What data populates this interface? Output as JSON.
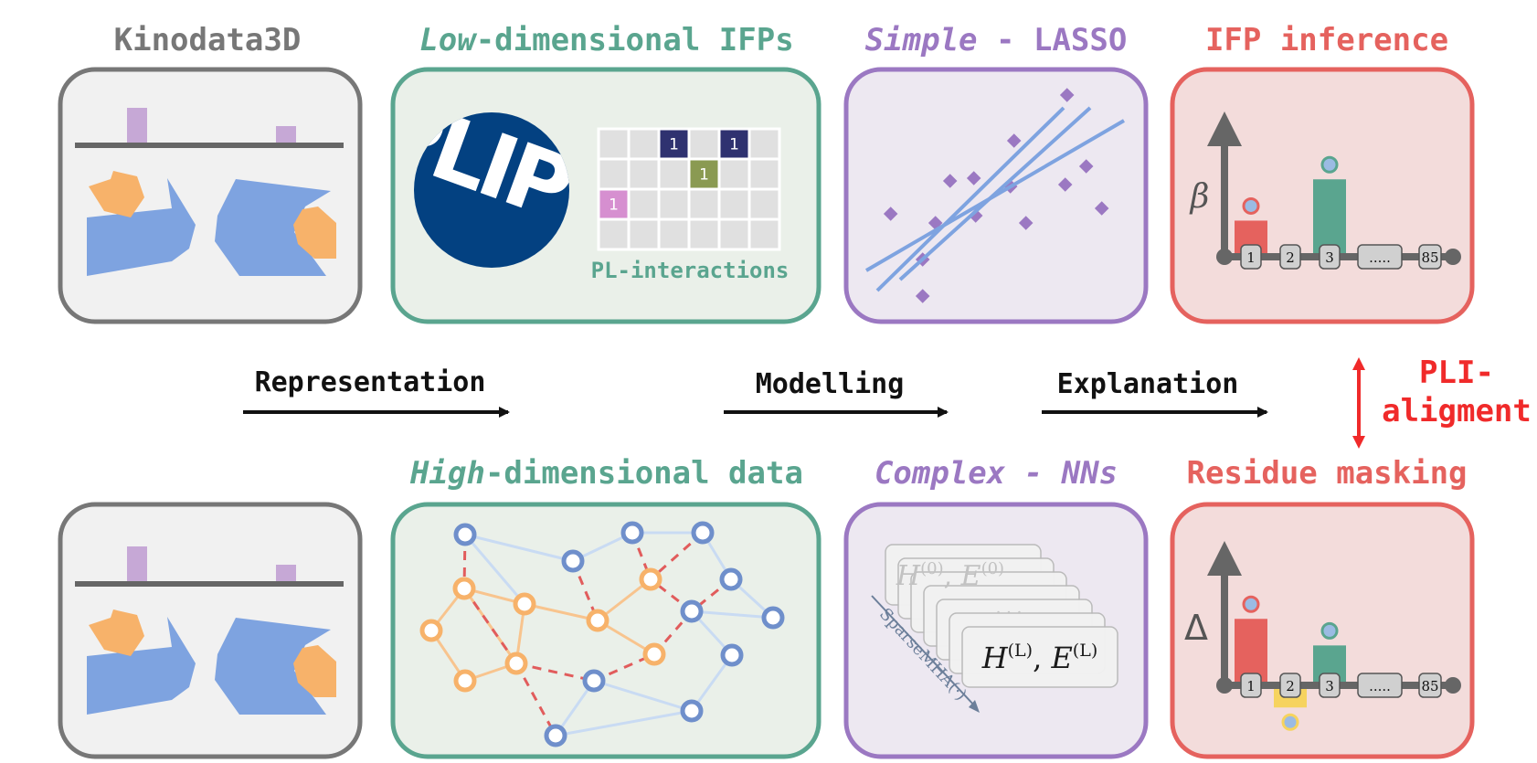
{
  "colors": {
    "gray": "#777777",
    "teal": "#5aa58f",
    "purple": "#9b78c2",
    "red": "#e5625e",
    "protein_blue": "#7ea3e0",
    "ligand_orange": "#f7b26a",
    "navy": "#2f3270",
    "olive": "#8a9a52",
    "pink": "#d68fd0",
    "pli_logo": "#034181",
    "yellow": "#f6d35e",
    "alert_red": "#f02a2a"
  },
  "top_row": {
    "kinodata": {
      "title": "Kinodata3D"
    },
    "ifps": {
      "title_em": "Low",
      "title_rest": "-dimensional IFPs",
      "logo_text": "PLIP",
      "grid_caption": "PL-interactions",
      "grid_values": [
        [
          "",
          "",
          "1",
          "",
          "1",
          ""
        ],
        [
          "",
          "",
          "",
          "1",
          "",
          ""
        ],
        [
          "1",
          "",
          "",
          "",
          "",
          ""
        ],
        [
          "",
          "",
          "",
          "",
          "",
          ""
        ]
      ]
    },
    "lasso": {
      "title_em": "Simple",
      "title_rest": " - LASSO"
    },
    "ifp_inference": {
      "title": "IFP inference",
      "axis_label": "β",
      "ticks": [
        "1",
        "2",
        "3",
        ".....",
        "85"
      ],
      "bar_values": [
        {
          "position": 1,
          "value": 0.35
        },
        {
          "position": 3,
          "value": 0.75
        }
      ]
    }
  },
  "arrows": {
    "representation": "Representation",
    "modelling": "Modelling",
    "explanation": "Explanation",
    "alignment_line1": "PLI-",
    "alignment_line2": "aligment"
  },
  "bottom_row": {
    "kinodata": {
      "title": ""
    },
    "graph": {
      "title_em": "High",
      "title_rest": "-dimensional data"
    },
    "nns": {
      "title": "Complex - NNs",
      "layer_top": "H",
      "layer_top_sup": "(0)",
      "layer_top_e": "E",
      "layer_top_e_sup": "(0)",
      "layer_bottom": "H",
      "layer_bottom_sup": "(L)",
      "layer_bottom_e": "E",
      "layer_bottom_e_sup": "(L)",
      "dots": "· · ·",
      "op_label": "SparseMHA(·)"
    },
    "masking": {
      "title": "Residue masking",
      "axis_label": "Δ",
      "ticks": [
        "1",
        "2",
        "3",
        ".....",
        "85"
      ],
      "bar_values": [
        {
          "position": 1,
          "value": 0.75
        },
        {
          "position": 2,
          "value": -0.25
        },
        {
          "position": 3,
          "value": 0.45
        }
      ]
    }
  }
}
